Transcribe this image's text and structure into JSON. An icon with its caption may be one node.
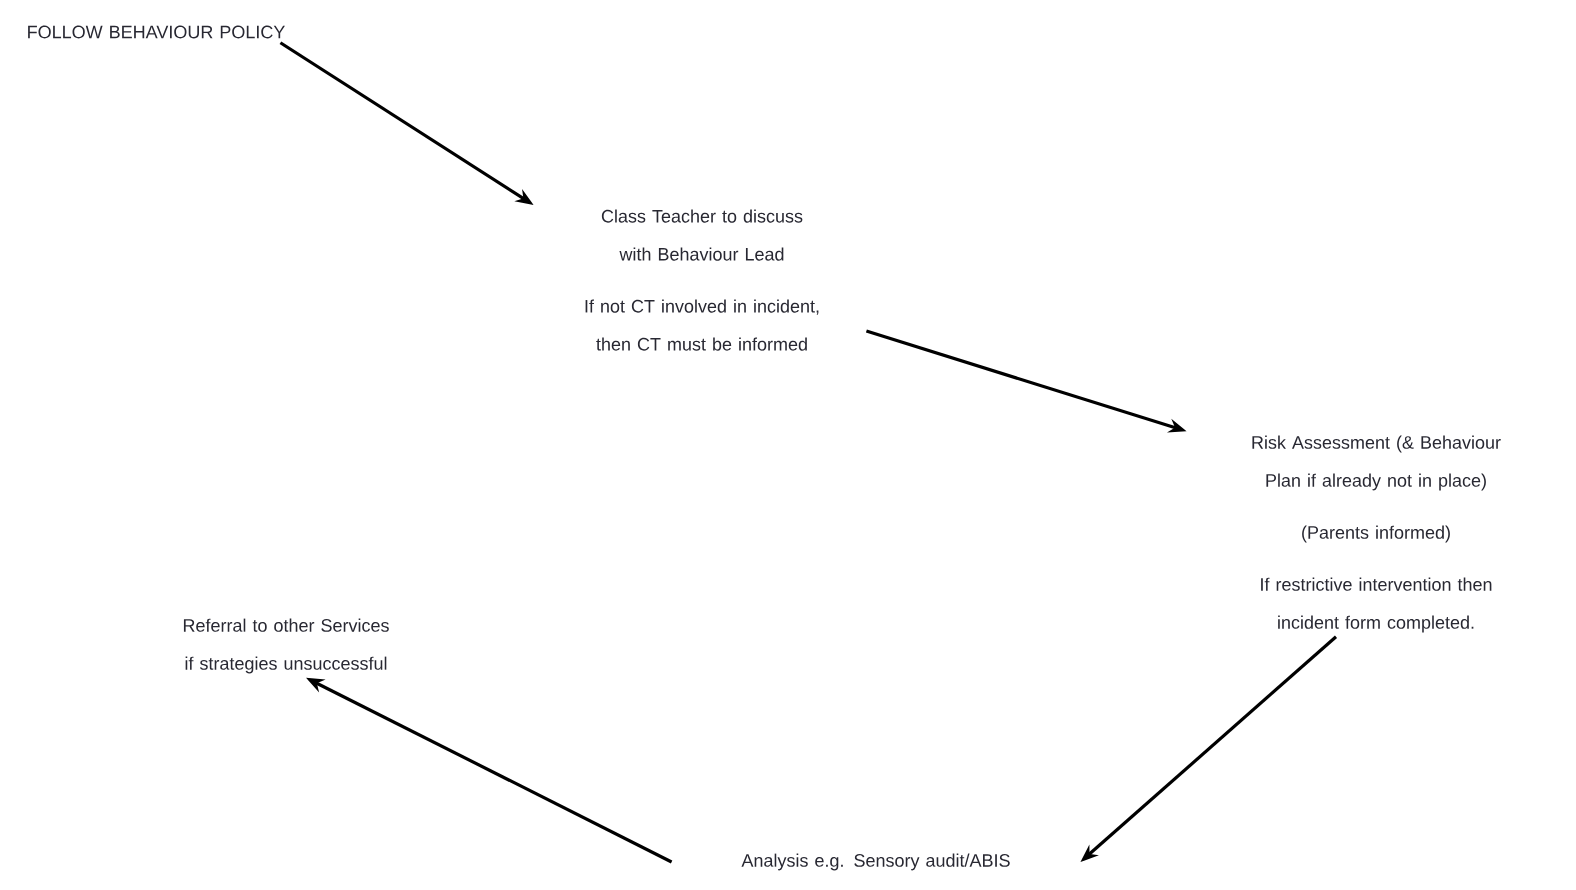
{
  "diagram": {
    "nodes": [
      {
        "text": [
          "FOLLOW BEHAVIOUR POLICY"
        ]
      },
      {
        "text": [
          "Class Teacher to discuss with Behaviour Lead",
          "If not CT involved in incident, then CT must be informed"
        ]
      },
      {
        "text": [
          "Risk Assessment (& Behaviour Plan if already not in place)",
          "(Parents informed)",
          "If restrictive intervention then incident form completed."
        ]
      },
      {
        "text": [
          "Analysis e.g. Sensory audit/ABIS"
        ]
      },
      {
        "text": [
          "Referral to other Services if strategies unsuccessful"
        ]
      }
    ],
    "edges": [
      {
        "from": 0,
        "to": 1,
        "arrow": "to"
      },
      {
        "from": 1,
        "to": 2,
        "arrow": "to"
      },
      {
        "from": 2,
        "to": 3,
        "arrow": "to"
      },
      {
        "from": 3,
        "to": 4,
        "arrow": "to"
      }
    ]
  }
}
